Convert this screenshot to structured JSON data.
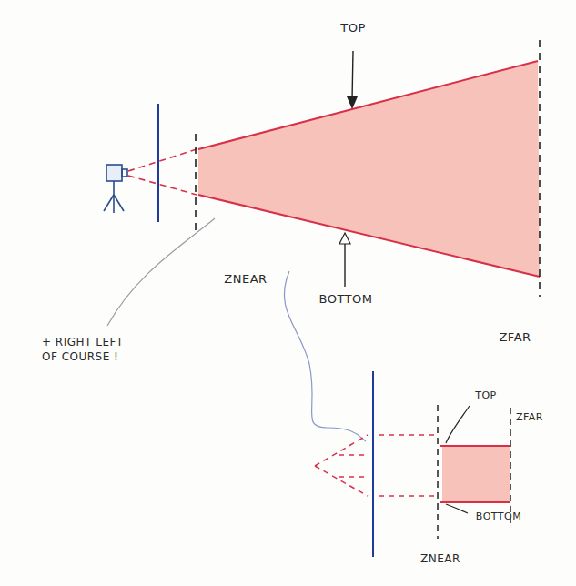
{
  "diagram": {
    "labels": [
      "TOP",
      "BOTTOM",
      "ZNEAR",
      "ZFAR",
      "+ RIGHT LEFT OF COURSE !",
      "TOP",
      "ZFAR",
      "BOTTOM",
      "ZNEAR"
    ]
  }
}
